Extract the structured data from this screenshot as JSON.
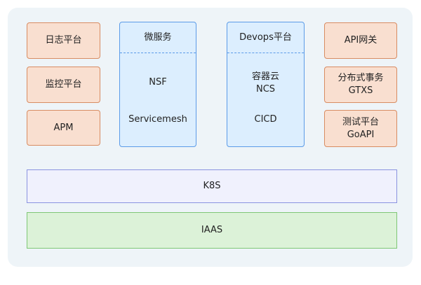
{
  "left_column": [
    {
      "label": "日志平台"
    },
    {
      "label": "监控平台"
    },
    {
      "label": "APM"
    }
  ],
  "microservice": {
    "title": "微服务",
    "items": [
      "NSF",
      "Servicemesh"
    ]
  },
  "devops": {
    "title": "Devops平台",
    "items": [
      [
        "容器云",
        "NCS"
      ],
      [
        "CICD"
      ]
    ]
  },
  "right_column": [
    {
      "lines": [
        "API网关"
      ]
    },
    {
      "lines": [
        "分布式事务",
        "GTXS"
      ]
    },
    {
      "lines": [
        "测试平台",
        "GoAPI"
      ]
    }
  ],
  "k8s": {
    "label": "K8S"
  },
  "iaas": {
    "label": "IAAS"
  },
  "colors": {
    "background_panel": "#eef4f8",
    "orange_fill": "#f9dfd0",
    "orange_border": "#d88c62",
    "blue_fill": "#dceefe",
    "blue_border": "#5b9be8",
    "k8s_fill": "#f0f1fd",
    "k8s_border": "#8a93e0",
    "iaas_fill": "#dcf2d8",
    "iaas_border": "#7ec775"
  }
}
